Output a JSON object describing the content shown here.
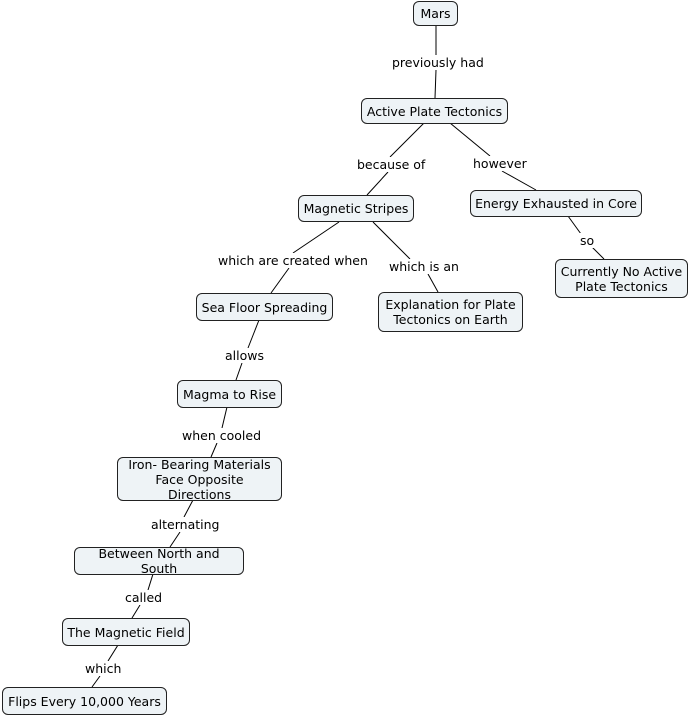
{
  "map": {
    "nodes": {
      "mars": "Mars",
      "active_plate_tectonics": "Active Plate Tectonics",
      "magnetic_stripes": "Magnetic Stripes",
      "energy_exhausted": "Energy Exhausted in Core",
      "currently_no_active": "Currently No Active\nPlate Tectonics",
      "sea_floor_spreading": "Sea Floor Spreading",
      "explanation": "Explanation for Plate\nTectonics on Earth",
      "magma_to_rise": "Magma to Rise",
      "iron_bearing": "Iron- Bearing Materials\nFace Opposite Directions",
      "between_north_south": "Between North and South",
      "magnetic_field": "The Magnetic Field",
      "flips": "Flips Every 10,000 Years"
    },
    "links": {
      "previously_had": "previously had",
      "because_of": "because of",
      "however": "however",
      "so": "so",
      "which_are_created_when": "which are created when",
      "which_is_an": "which is an",
      "allows": "allows",
      "when_cooled": "when cooled",
      "alternating": "alternating",
      "called": "called",
      "which": "which"
    }
  }
}
